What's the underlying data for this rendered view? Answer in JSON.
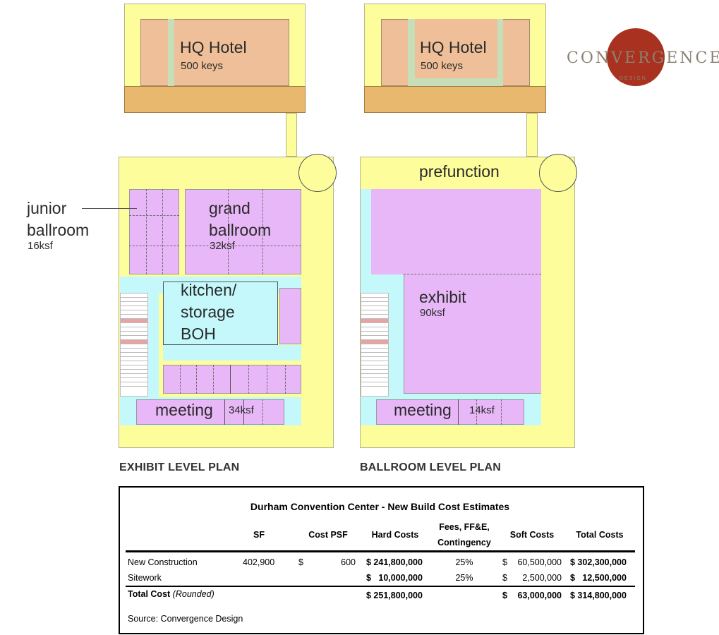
{
  "hotel_left": {
    "name": "HQ Hotel",
    "keys": "500 keys"
  },
  "hotel_right": {
    "name": "HQ Hotel",
    "keys": "500 keys"
  },
  "logo": {
    "word": "CONVERGENCE",
    "sub": "DESIGN"
  },
  "exhibit_plan": {
    "junior_ballroom": "junior",
    "junior_ballroom_2": "ballroom",
    "junior_size": "16ksf",
    "grand_1": "grand",
    "grand_2": "ballroom",
    "grand_size": "32ksf",
    "kitchen_1": "kitchen/",
    "kitchen_2": "storage",
    "kitchen_3": "BOH",
    "meeting": "meeting",
    "meeting_size": "34ksf",
    "title": "EXHIBIT LEVEL PLAN"
  },
  "ballroom_plan": {
    "prefunction": "prefunction",
    "exhibit": "exhibit",
    "exhibit_size": "90ksf",
    "meeting": "meeting",
    "meeting_size": "14ksf",
    "title": "BALLROOM LEVEL PLAN"
  },
  "colors": {
    "yellow": "#fdfd9c",
    "pink": "#e8b7f7",
    "cyan": "#c4f8fb",
    "salmon": "#eebf98",
    "tan": "#e9b86f",
    "logo_red": "#a8321f"
  },
  "cost_table": {
    "title": "Durham Convention Center - New Build Cost Estimates",
    "headers": {
      "sf": "SF",
      "cost_psf": "Cost PSF",
      "hard": "Hard Costs",
      "fees_1": "Fees, FF&E,",
      "fees_2": "Contingency",
      "soft": "Soft Costs",
      "total": "Total Costs"
    },
    "rows": [
      {
        "label": "New Construction",
        "sf": "402,900",
        "psf_cur": "$",
        "psf": "600",
        "hard": "$ 241,800,000",
        "fees": "25%",
        "soft_cur": "$",
        "soft": "60,500,000",
        "total": "$ 302,300,000"
      },
      {
        "label": "Sitework",
        "sf": "",
        "psf_cur": "",
        "psf": "",
        "hard": "$   10,000,000",
        "fees": "25%",
        "soft_cur": "$",
        "soft": "2,500,000",
        "total": "$   12,500,000"
      }
    ],
    "total_row": {
      "label": "Total Cost",
      "label_note": "(Rounded)",
      "hard": "$ 251,800,000",
      "soft_cur": "$",
      "soft": "63,000,000",
      "total": "$ 314,800,000"
    },
    "source": "Source: Convergence Design"
  }
}
